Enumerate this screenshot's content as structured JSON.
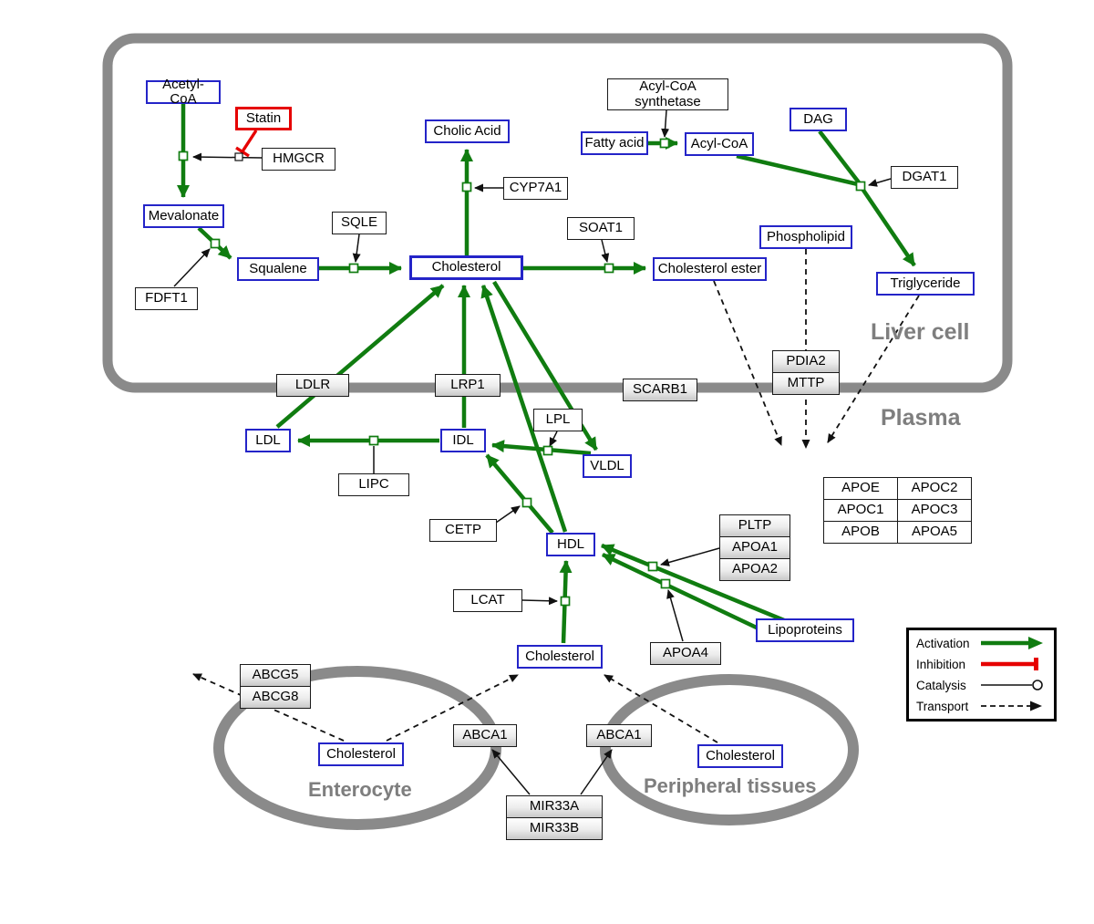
{
  "regions": {
    "liver": {
      "label": "Liver cell"
    },
    "plasma": {
      "label": "Plasma"
    },
    "enterocyte": {
      "label": "Enterocyte"
    },
    "peripheral": {
      "label": "Peripheral tissues"
    }
  },
  "nodes": {
    "acetyl_coa": {
      "label": "Acetyl-CoA"
    },
    "statin": {
      "label": "Statin"
    },
    "hmgcr": {
      "label": "HMGCR"
    },
    "mevalonate": {
      "label": "Mevalonate"
    },
    "fdft1": {
      "label": "FDFT1"
    },
    "squalene": {
      "label": "Squalene"
    },
    "sqle": {
      "label": "SQLE"
    },
    "cholic_acid": {
      "label": "Cholic Acid"
    },
    "cyp7a1": {
      "label": "CYP7A1"
    },
    "cholesterol_liver": {
      "label": "Cholesterol"
    },
    "soat1": {
      "label": "SOAT1"
    },
    "cholesterol_ester": {
      "label": "Cholesterol ester"
    },
    "acyl_coa_synthetase": {
      "label": "Acyl-CoA synthetase"
    },
    "fatty_acid": {
      "label": "Fatty acid"
    },
    "acyl_coa": {
      "label": "Acyl-CoA"
    },
    "dag": {
      "label": "DAG"
    },
    "dgat1": {
      "label": "DGAT1"
    },
    "phospholipid": {
      "label": "Phospholipid"
    },
    "triglyceride": {
      "label": "Triglyceride"
    },
    "ldlr": {
      "label": "LDLR"
    },
    "lrp1": {
      "label": "LRP1"
    },
    "scarb1": {
      "label": "SCARB1"
    },
    "pdia2": {
      "label": "PDIA2"
    },
    "mttp": {
      "label": "MTTP"
    },
    "ldl": {
      "label": "LDL"
    },
    "idl": {
      "label": "IDL"
    },
    "lipc": {
      "label": "LIPC"
    },
    "lpl": {
      "label": "LPL"
    },
    "vldl": {
      "label": "VLDL"
    },
    "cetp": {
      "label": "CETP"
    },
    "hdl": {
      "label": "HDL"
    },
    "lcat": {
      "label": "LCAT"
    },
    "pltp": {
      "label": "PLTP"
    },
    "apoa1": {
      "label": "APOA1"
    },
    "apoa2": {
      "label": "APOA2"
    },
    "apoa4": {
      "label": "APOA4"
    },
    "lipoproteins": {
      "label": "Lipoproteins"
    },
    "apoe": {
      "label": "APOE"
    },
    "apoc2": {
      "label": "APOC2"
    },
    "apoc1": {
      "label": "APOC1"
    },
    "apoc3": {
      "label": "APOC3"
    },
    "apob": {
      "label": "APOB"
    },
    "apoa5": {
      "label": "APOA5"
    },
    "cholesterol_plasma": {
      "label": "Cholesterol"
    },
    "abcg5": {
      "label": "ABCG5"
    },
    "abcg8": {
      "label": "ABCG8"
    },
    "cholesterol_enterocyte": {
      "label": "Cholesterol"
    },
    "abca1_enterocyte": {
      "label": "ABCA1"
    },
    "abca1_peripheral": {
      "label": "ABCA1"
    },
    "cholesterol_peripheral": {
      "label": "Cholesterol"
    },
    "mir33a": {
      "label": "MIR33A"
    },
    "mir33b": {
      "label": "MIR33B"
    }
  },
  "legend": {
    "activation": "Activation",
    "inhibition": "Inhibition",
    "catalysis": "Catalysis",
    "transport": "Transport"
  },
  "colors": {
    "metabolite_border": "#2424c8",
    "inhibitor_red": "#e60000",
    "activation_green": "#107c10",
    "membrane_gray": "#8a8a8a",
    "catalysis_black": "#111111"
  },
  "interactions": [
    {
      "type": "conversion",
      "from": "Acetyl-CoA",
      "to": "Mevalonate",
      "catalyst": "HMGCR",
      "inhibitor": "Statin"
    },
    {
      "type": "conversion",
      "from": "Mevalonate",
      "to": "Squalene",
      "catalyst": "FDFT1"
    },
    {
      "type": "conversion",
      "from": "Squalene",
      "to": "Cholesterol",
      "catalyst": "SQLE"
    },
    {
      "type": "conversion",
      "from": "Cholesterol",
      "to": "Cholic Acid",
      "catalyst": "CYP7A1"
    },
    {
      "type": "conversion",
      "from": "Cholesterol",
      "to": "Cholesterol ester",
      "catalyst": "SOAT1"
    },
    {
      "type": "conversion",
      "from": "Fatty acid",
      "to": "Acyl-CoA",
      "catalyst": "Acyl-CoA synthetase"
    },
    {
      "type": "conversion",
      "from": "Acyl-CoA + DAG",
      "to": "Triglyceride",
      "catalyst": "DGAT1"
    },
    {
      "type": "activation",
      "from": "LDL",
      "to": "Cholesterol (liver)",
      "via": "LDLR"
    },
    {
      "type": "activation",
      "from": "IDL",
      "to": "Cholesterol (liver)",
      "via": "LRP1"
    },
    {
      "type": "activation",
      "from": "HDL",
      "to": "Cholesterol (liver)"
    },
    {
      "type": "activation",
      "from": "Cholesterol (liver)",
      "to": "VLDL"
    },
    {
      "type": "conversion",
      "from": "VLDL",
      "to": "IDL",
      "catalyst": "LPL"
    },
    {
      "type": "conversion",
      "from": "IDL",
      "to": "LDL",
      "catalyst": "LIPC"
    },
    {
      "type": "conversion",
      "from": "HDL",
      "to": "IDL",
      "catalyst": "CETP"
    },
    {
      "type": "activation",
      "from": "Lipoproteins",
      "to": "HDL",
      "catalyst": "PLTP / APOA1 / APOA2"
    },
    {
      "type": "activation",
      "from": "Lipoproteins",
      "to": "HDL",
      "catalyst": "APOA4"
    },
    {
      "type": "activation",
      "from": "Cholesterol (plasma)",
      "to": "HDL",
      "catalyst": "LCAT"
    },
    {
      "type": "transport",
      "from": "Phospholipid",
      "to": "Plasma"
    },
    {
      "type": "transport",
      "from": "Cholesterol ester",
      "to": "Plasma"
    },
    {
      "type": "transport",
      "from": "Triglyceride",
      "to": "Plasma"
    },
    {
      "type": "transport",
      "from": "Cholesterol (enterocyte)",
      "to": "efflux",
      "via": "ABCG5 / ABCG8"
    },
    {
      "type": "transport",
      "from": "Cholesterol (enterocyte)",
      "to": "Cholesterol (plasma)",
      "via": "ABCA1"
    },
    {
      "type": "transport",
      "from": "Cholesterol (peripheral)",
      "to": "Cholesterol (plasma)",
      "via": "ABCA1"
    },
    {
      "type": "regulation",
      "from": "MIR33A / MIR33B",
      "to": "ABCA1"
    }
  ]
}
